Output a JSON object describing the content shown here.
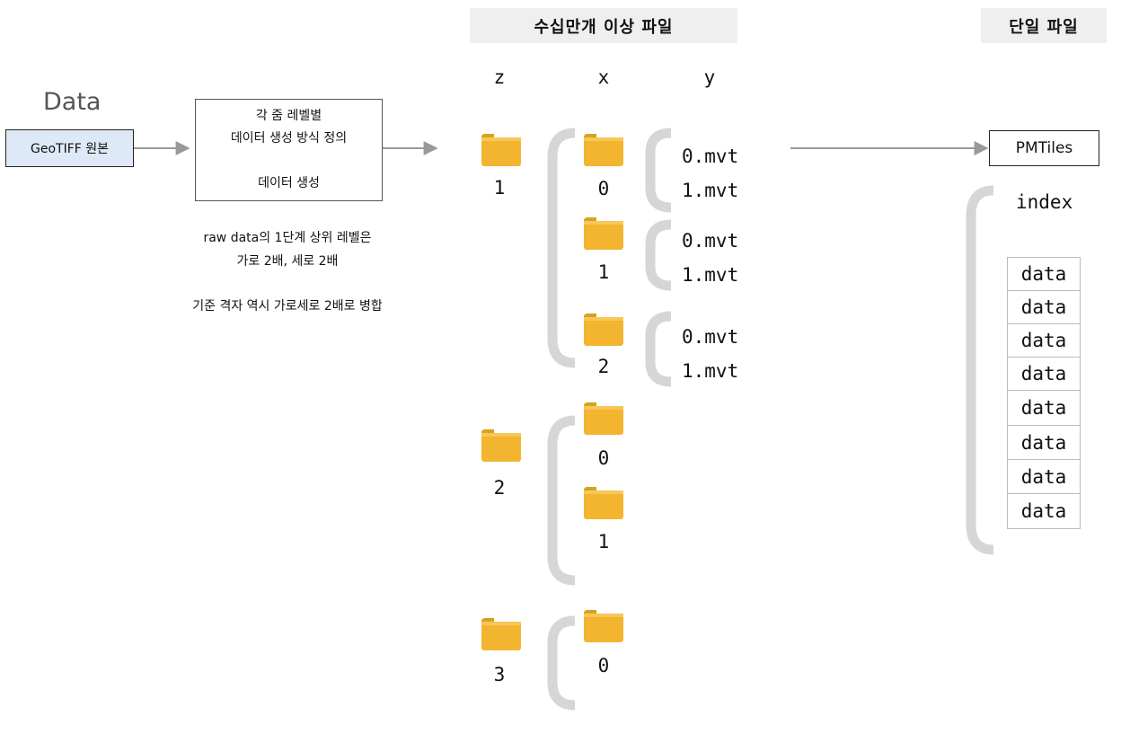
{
  "headers": {
    "multi_files": "수십만개 이상 파일",
    "single_file": "단일 파일"
  },
  "left": {
    "data_title": "Data",
    "geotiff_label": "GeoTIFF 원본",
    "process_line1": "각 줌 레벨별",
    "process_line2": "데이터 생성 방식 정의",
    "process_line3": "데이터 생성",
    "note_line1": "raw data의 1단계 상위 레벨은",
    "note_line2": "가로 2배, 세로 2배",
    "note_line3": "기준 격자 역시 가로세로 2배로 병합"
  },
  "axes": {
    "z": "z",
    "x": "x",
    "y": "y"
  },
  "tree": {
    "z1": "1",
    "z2": "2",
    "z3": "3",
    "x_z1": [
      "0",
      "1",
      "2"
    ],
    "x_z2": [
      "0",
      "1"
    ],
    "x_z3": [
      "0"
    ],
    "mvt": [
      "0.mvt",
      "1.mvt",
      "0.mvt",
      "1.mvt",
      "0.mvt",
      "1.mvt"
    ]
  },
  "right": {
    "pmtiles_label": "PMTiles",
    "index_label": "index",
    "data_cells": [
      "data",
      "data",
      "data",
      "data",
      "data",
      "data",
      "data",
      "data"
    ]
  },
  "colors": {
    "folder_body": "#f3b52f",
    "folder_tab": "#d9a21e",
    "bracket": "#d6d6d6",
    "arrow": "#999999",
    "geotiff_fill": "#dde9f7"
  }
}
